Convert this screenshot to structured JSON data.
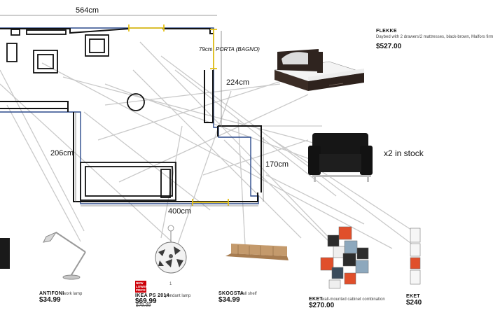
{
  "dimensions": {
    "top": "564cm",
    "door_width": "79cm",
    "right_upper": "224cm",
    "left_lower": "206cm",
    "right_lower": "170cm",
    "bottom": "400cm"
  },
  "door_label": "PORTA (BAGNO)",
  "stock_note": "x2 in stock",
  "products": {
    "flekke": {
      "name": "FLEKKE",
      "desc": "Daybed with 2 drawers/2 mattresses, black-brown, Malfors firm",
      "price": "$527.00"
    },
    "antifoni": {
      "name": "ANTIFONI",
      "desc": "work lamp",
      "price": "$34.99"
    },
    "ikea_ps": {
      "badge": "NEW LOWER PRICE",
      "name": "IKEA PS 2014",
      "desc": "pendant lamp",
      "price": "$69.99",
      "old_price": "$79.99",
      "count": "1"
    },
    "skogsta": {
      "name": "SKOGSTA",
      "desc": "wall shelf",
      "price": "$34.99"
    },
    "eket1": {
      "name": "EKET",
      "desc": "wall-mounted cabinet combination",
      "price": "$270.00"
    },
    "eket2": {
      "name": "EKET",
      "price": "$240"
    }
  },
  "colors": {
    "wall": "#111111",
    "outline": "#2b4a8c",
    "door": "#e5c21a",
    "lines": "#c9c9c9",
    "badge": "#cc0008"
  }
}
